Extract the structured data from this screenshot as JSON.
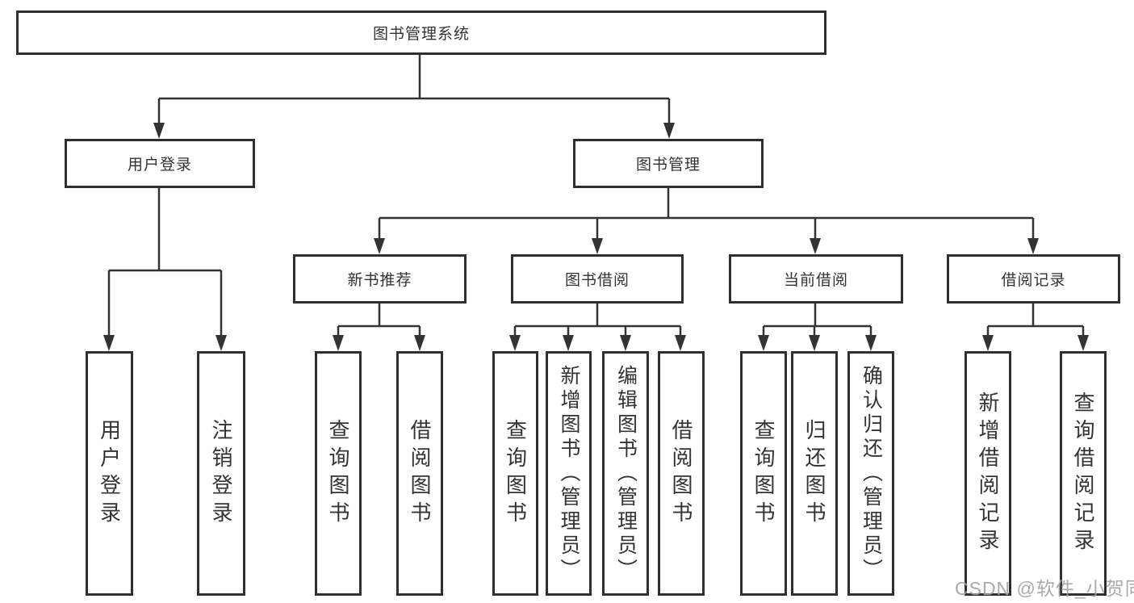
{
  "diagram": {
    "title": "图书管理系统",
    "nodes": {
      "root": "图书管理系统",
      "user_login": "用户登录",
      "book_mgmt": "图书管理",
      "new_book_rec": "新书推荐",
      "book_borrow": "图书借阅",
      "current_borrow": "当前借阅",
      "borrow_records": "借阅记录"
    },
    "leaves": {
      "user_login": [
        "用户登录",
        "注销登录"
      ],
      "new_book_rec": [
        "查询图书",
        "借阅图书"
      ],
      "book_borrow": [
        "查询图书",
        "新增图书（管理员）",
        "编辑图书（管理员）",
        "借阅图书"
      ],
      "current_borrow": [
        "查询图书",
        "归还图书",
        "确认归还（管理员）"
      ],
      "borrow_records": [
        "新增借阅记录",
        "查询借阅记录"
      ]
    }
  },
  "watermark": "CSDN @软件_小贺同学",
  "colors": {
    "line": "#333333",
    "border": "#2f2f2f",
    "text": "#333333",
    "watermark": "#a3a3a3",
    "background": "#ffffff"
  }
}
